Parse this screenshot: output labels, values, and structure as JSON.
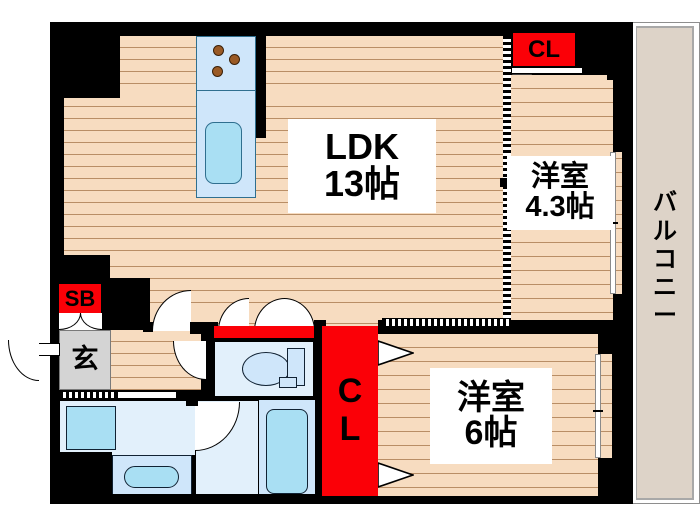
{
  "plan": {
    "type": "japanese-apartment-floor-plan",
    "layout_code": "2LDK",
    "rooms": [
      {
        "id": "ldk",
        "name_ja": "LDK",
        "size": "13帖",
        "label_line1": "LDK",
        "label_line2": "13帖"
      },
      {
        "id": "washitsu_43",
        "name_ja": "洋室",
        "size": "4.3帖",
        "label_line1": "洋室",
        "label_line2": "4.3帖"
      },
      {
        "id": "washitsu_6",
        "name_ja": "洋室",
        "size": "6帖",
        "label_line1": "洋室",
        "label_line2": "6帖"
      }
    ],
    "closets": [
      {
        "id": "cl_top",
        "label": "CL",
        "orientation": "horizontal"
      },
      {
        "id": "cl_center",
        "label": "CL",
        "orientation": "vertical"
      }
    ],
    "storage": {
      "id": "sb",
      "label": "SB"
    },
    "entrance": {
      "id": "genkan",
      "label": "玄"
    },
    "balcony": {
      "id": "balcony",
      "label": "バルコニー",
      "chars": [
        "バ",
        "ル",
        "コ",
        "ニ",
        "ー"
      ]
    },
    "fixtures": [
      {
        "id": "kitchen-stove",
        "burners": 3
      },
      {
        "id": "kitchen-sink"
      },
      {
        "id": "toilet"
      },
      {
        "id": "washbasin"
      },
      {
        "id": "bathtub"
      },
      {
        "id": "washing-machine-space"
      }
    ],
    "colors": {
      "wall": "#000000",
      "floor": "#f7dcc0",
      "floor_line": "#b98e66",
      "closet_red": "#fb0007",
      "water_area": "#e2f0fb",
      "tub_blue": "#a9dff3",
      "balcony": "#ddd3c8",
      "entrance_gray": "#d4d4d4",
      "background": "#ffffff"
    }
  }
}
